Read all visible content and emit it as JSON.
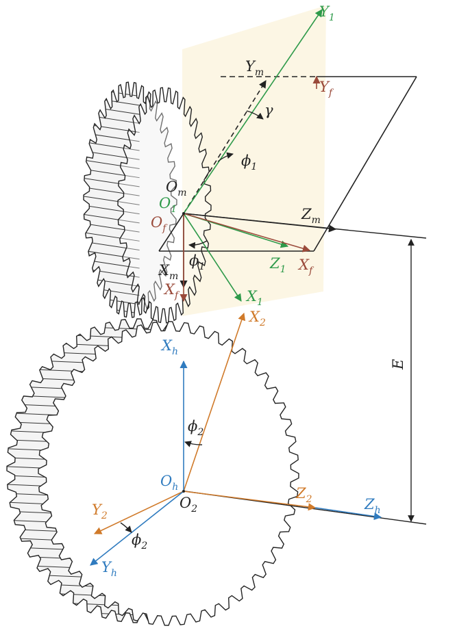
{
  "colors": {
    "black": "#222222",
    "green": "#2e9a4a",
    "orange": "#d07a2a",
    "blue": "#2f7bbf",
    "brown": "#9a4a3a",
    "plane": "#fbf5df",
    "gear_fill": "#ffffff"
  },
  "labels": {
    "y1": {
      "main": "Y",
      "sub": "1"
    },
    "ym": {
      "main": "Y",
      "sub": "m"
    },
    "yf": {
      "main": "Y",
      "sub": "f"
    },
    "gamma": {
      "main": "γ",
      "sub": ""
    },
    "phi1_top": {
      "main": "ϕ",
      "sub": "1"
    },
    "om": {
      "main": "O",
      "sub": "m"
    },
    "o1": {
      "main": "O",
      "sub": "1"
    },
    "of": {
      "main": "O",
      "sub": "f"
    },
    "zm": {
      "main": "Z",
      "sub": "m"
    },
    "z1": {
      "main": "Z",
      "sub": "1"
    },
    "xf_right": {
      "main": "X",
      "sub": "f"
    },
    "phi1_low": {
      "main": "ϕ",
      "sub": "1"
    },
    "xm": {
      "main": "X",
      "sub": "m"
    },
    "xf_low": {
      "main": "X",
      "sub": "f"
    },
    "x1": {
      "main": "X",
      "sub": "1"
    },
    "x2": {
      "main": "X",
      "sub": "2"
    },
    "xh": {
      "main": "X",
      "sub": "h"
    },
    "e": {
      "main": "E",
      "sub": ""
    },
    "phi2_mid": {
      "main": "ϕ",
      "sub": "2"
    },
    "oh": {
      "main": "O",
      "sub": "h"
    },
    "o2": {
      "main": "O",
      "sub": "2"
    },
    "z2": {
      "main": "Z",
      "sub": "2"
    },
    "zh": {
      "main": "Z",
      "sub": "h"
    },
    "y2": {
      "main": "Y",
      "sub": "2"
    },
    "phi2_low": {
      "main": "ϕ",
      "sub": "2"
    },
    "yh": {
      "main": "Y",
      "sub": "h"
    }
  }
}
